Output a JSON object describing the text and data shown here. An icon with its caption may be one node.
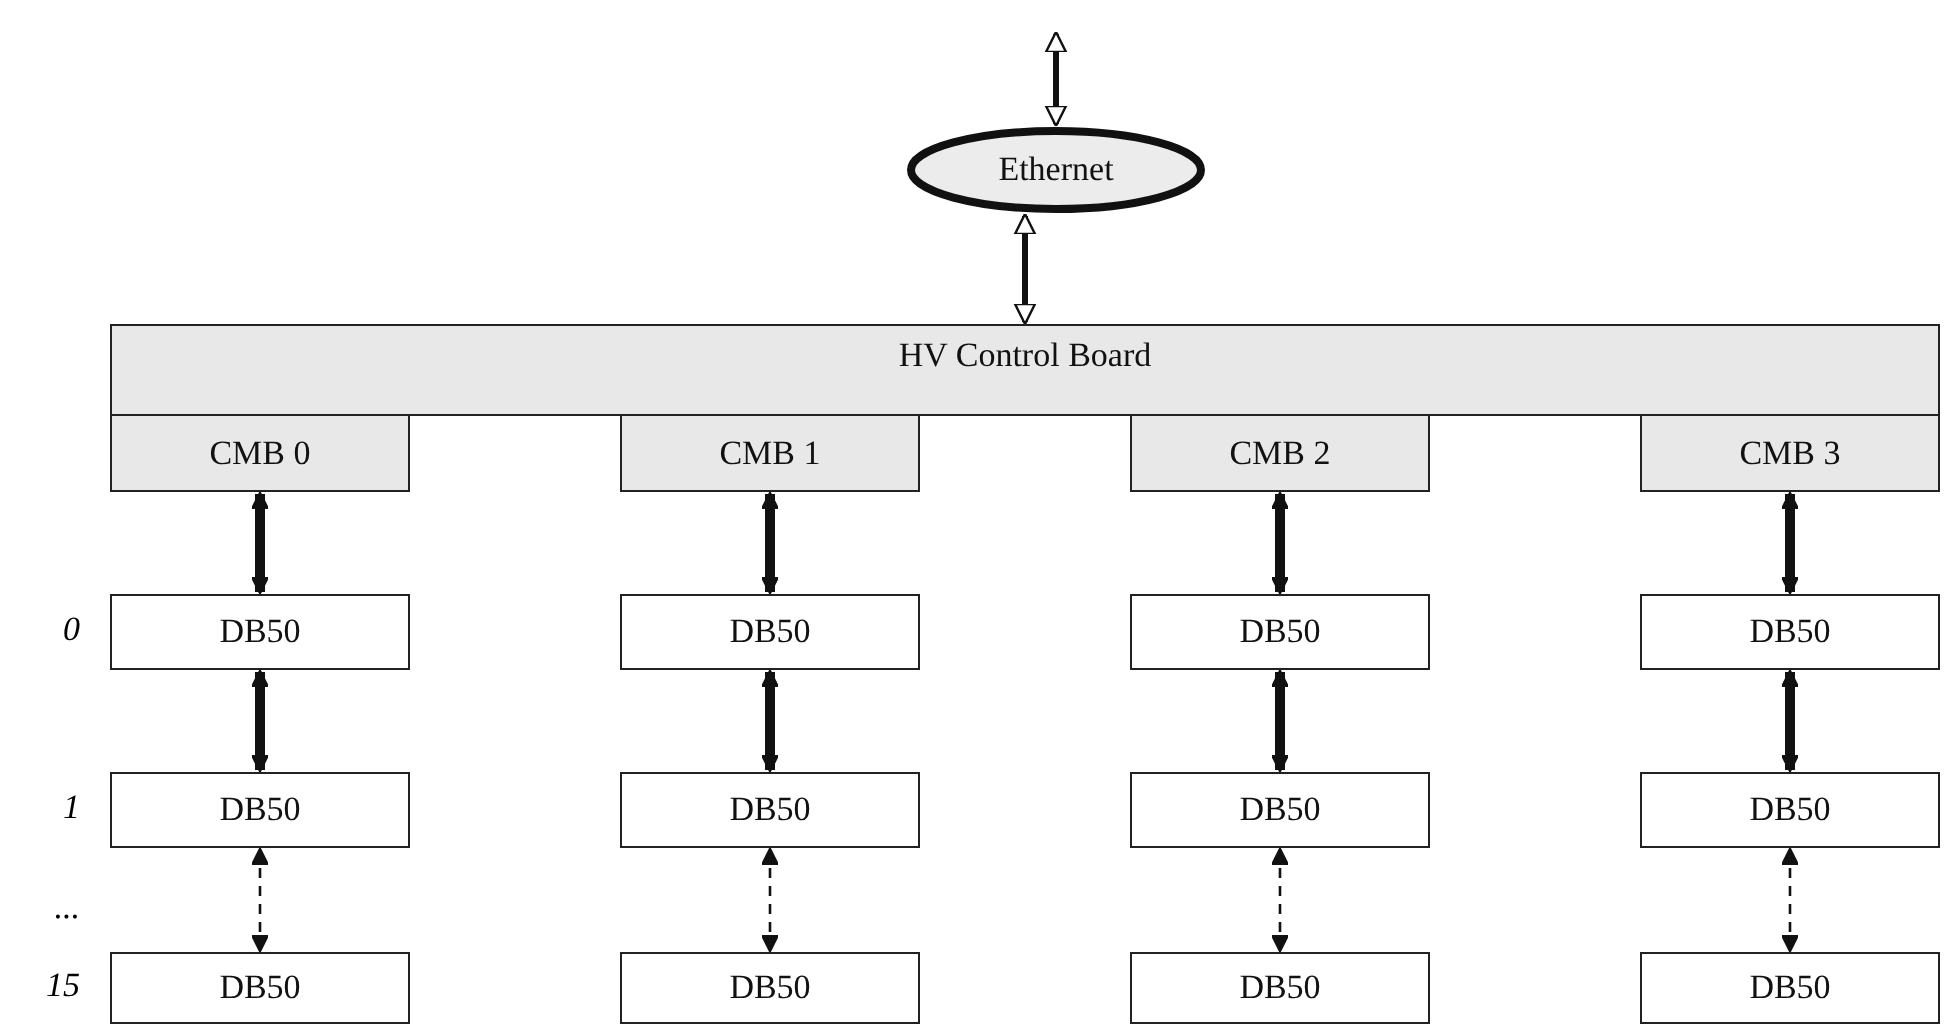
{
  "diagram": {
    "nodes": [
      {
        "text": [
          "Ethernet"
        ]
      },
      {
        "text": [
          "HV Control Board"
        ]
      },
      {
        "text": [
          "CMB 0"
        ]
      },
      {
        "text": [
          "CMB 1"
        ]
      },
      {
        "text": [
          "CMB 2"
        ]
      },
      {
        "text": [
          "CMB 3"
        ]
      },
      {
        "text": [
          "DB50"
        ]
      },
      {
        "text": [
          "DB50"
        ]
      },
      {
        "text": [
          "DB50"
        ]
      },
      {
        "text": [
          "DB50"
        ]
      },
      {
        "text": [
          "DB50"
        ]
      },
      {
        "text": [
          "DB50"
        ]
      },
      {
        "text": [
          "DB50"
        ]
      },
      {
        "text": [
          "DB50"
        ]
      },
      {
        "text": [
          "DB50"
        ]
      },
      {
        "text": [
          "DB50"
        ]
      },
      {
        "text": [
          "DB50"
        ]
      },
      {
        "text": [
          "DB50"
        ]
      }
    ],
    "edges": [
      {
        "from": null,
        "to": 0,
        "arrow": "both"
      },
      {
        "from": 0,
        "to": 1,
        "arrow": "both"
      },
      {
        "from": 2,
        "to": 6,
        "arrow": "both"
      },
      {
        "from": 3,
        "to": 7,
        "arrow": "both"
      },
      {
        "from": 4,
        "to": 8,
        "arrow": "both"
      },
      {
        "from": 5,
        "to": 9,
        "arrow": "both"
      },
      {
        "from": 6,
        "to": 10,
        "arrow": "both"
      },
      {
        "from": 7,
        "to": 11,
        "arrow": "both"
      },
      {
        "from": 8,
        "to": 12,
        "arrow": "both"
      },
      {
        "from": 9,
        "to": 13,
        "arrow": "both"
      },
      {
        "from": 10,
        "to": 14,
        "arrow": "both",
        "style": "dashed"
      },
      {
        "from": 11,
        "to": 15,
        "arrow": "both",
        "style": "dashed"
      },
      {
        "from": 12,
        "to": 16,
        "arrow": "both",
        "style": "dashed"
      },
      {
        "from": 13,
        "to": 17,
        "arrow": "both",
        "style": "dashed"
      }
    ],
    "labels": [
      "0",
      "1",
      "...",
      "15"
    ]
  }
}
